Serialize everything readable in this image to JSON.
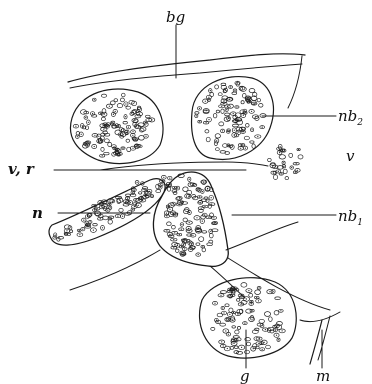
{
  "labels": {
    "bg": "bg",
    "nb2": {
      "base": "nb",
      "sub": "2"
    },
    "v": "v",
    "vr": "v, r",
    "n": "n",
    "nb1": {
      "base": "nb",
      "sub": "1"
    },
    "g": "g",
    "m": "m"
  }
}
